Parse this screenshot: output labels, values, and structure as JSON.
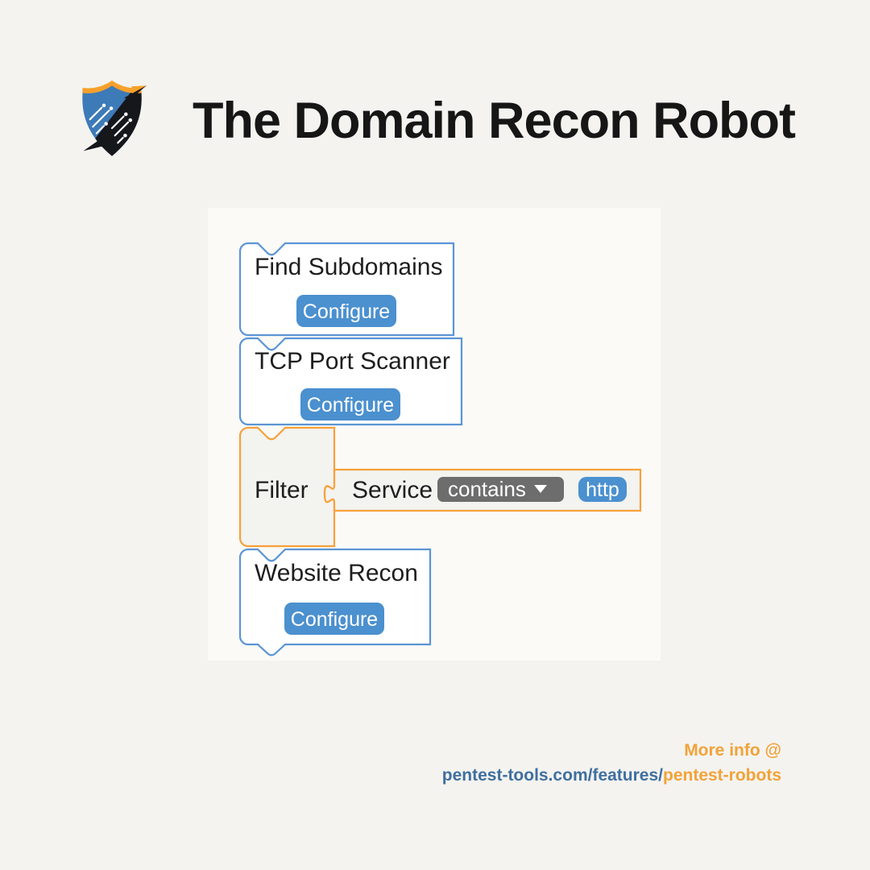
{
  "header": {
    "title": "The Domain Recon Robot"
  },
  "icons": {
    "logo": "pentest-tools-shield-logo",
    "dropdown_arrow": "caret-down-icon"
  },
  "colors": {
    "page_background": "#f4f3f0",
    "block_blue_border": "#5b95d5",
    "block_orange_border": "#f7a13a",
    "button_blue": "#4b90cf",
    "dropdown_gray": "#6d6d6d",
    "footer_orange": "#f2a338",
    "footer_blue": "#3f6f9f",
    "logo_orange": "#f7a02b",
    "logo_blue": "#3d7ab8",
    "logo_black": "#15171b"
  },
  "workflow": {
    "blocks": [
      {
        "label": "Find Subdomains",
        "button": "Configure"
      },
      {
        "label": "TCP Port Scanner",
        "button": "Configure"
      },
      {
        "label": "Filter",
        "condition": {
          "field": "Service",
          "operator": "contains",
          "value": "http"
        }
      },
      {
        "label": "Website Recon",
        "button": "Configure"
      }
    ]
  },
  "footer": {
    "more_info": "More info @",
    "url_base": "pentest-tools.com/features/",
    "url_highlight": "pentest-robots"
  }
}
